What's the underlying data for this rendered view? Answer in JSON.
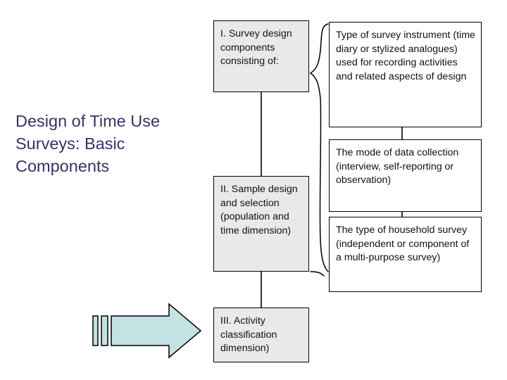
{
  "slide": {
    "title": "Design of Time Use Surveys: Basic Components",
    "title_color": "#333366",
    "background_color": "#ffffff"
  },
  "diagram": {
    "box_fill_shaded": "#e9e9e9",
    "box_fill_plain": "#ffffff",
    "box_border_color": "#000000",
    "arrow_fill": "#c2e2e4",
    "arrow_border_color": "#000000",
    "stem_boxes": [
      {
        "id": "box-1",
        "label": "I. Survey design components consisting of:",
        "style": "shaded"
      },
      {
        "id": "box-2",
        "label": "II. Sample design and selection (population and time dimension)",
        "style": "shaded"
      },
      {
        "id": "box-3",
        "label": "III. Activity classification dimension)",
        "style": "shaded"
      }
    ],
    "detail_boxes": [
      {
        "id": "box-r1",
        "label": "Type of survey instrument (time diary or stylized analogues) used for recording activities and related aspects of design",
        "style": "plain"
      },
      {
        "id": "box-r2",
        "label": "The mode of data collection (interview, self-reporting or observation)",
        "style": "plain"
      },
      {
        "id": "box-r3",
        "label": "The type of household survey (independent or component of a multi-purpose survey)",
        "style": "plain"
      }
    ],
    "connectors": [
      {
        "name": "stem-1-to-2",
        "type": "line"
      },
      {
        "name": "stem-2-to-3",
        "type": "line"
      },
      {
        "name": "detail-r1-to-r2",
        "type": "line"
      },
      {
        "name": "detail-r2-to-r3",
        "type": "line"
      },
      {
        "name": "curly-brace-box1-to-details",
        "type": "brace"
      },
      {
        "name": "curve-box2-to-r3",
        "type": "curve"
      }
    ],
    "callout_arrow": {
      "name": "striped-right-arrow",
      "direction": "right",
      "stripes": 2
    }
  }
}
